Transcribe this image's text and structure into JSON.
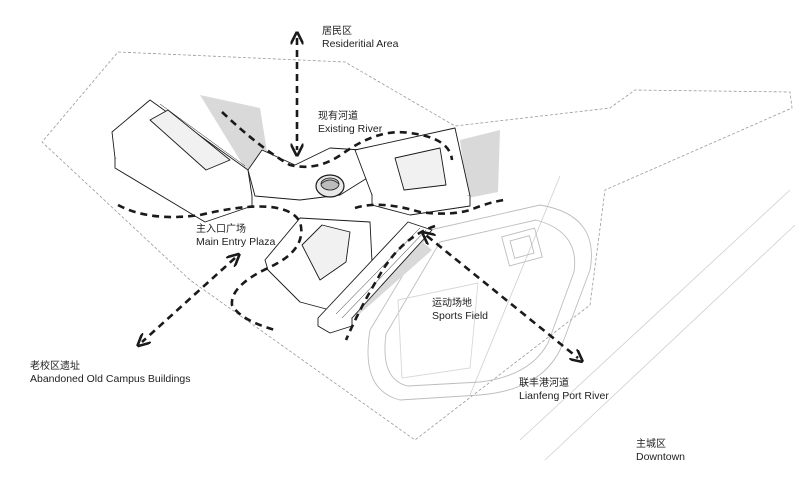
{
  "labels": {
    "residential": {
      "cn": "居民区",
      "en": "Resideritial Area"
    },
    "river": {
      "cn": "现有河道",
      "en": "Existing River"
    },
    "plaza": {
      "cn": "主入口广场",
      "en": "Main Entry Plaza"
    },
    "sports": {
      "cn": "运动场地",
      "en": "Sports Field"
    },
    "old_campus": {
      "cn": "老校区遗址",
      "en": "Abandoned Old Campus Buildings"
    },
    "port_river": {
      "cn": "联丰港河道",
      "en": "Lianfeng Port River"
    },
    "downtown": {
      "cn": "主城区",
      "en": "Downtown"
    }
  },
  "colors": {
    "line": "#1a1a1a",
    "building_fill": "#ffffff",
    "building_shadow": "#d9d9d9",
    "site_boundary": "#9a9a9a",
    "track": "#bdbdbd"
  }
}
